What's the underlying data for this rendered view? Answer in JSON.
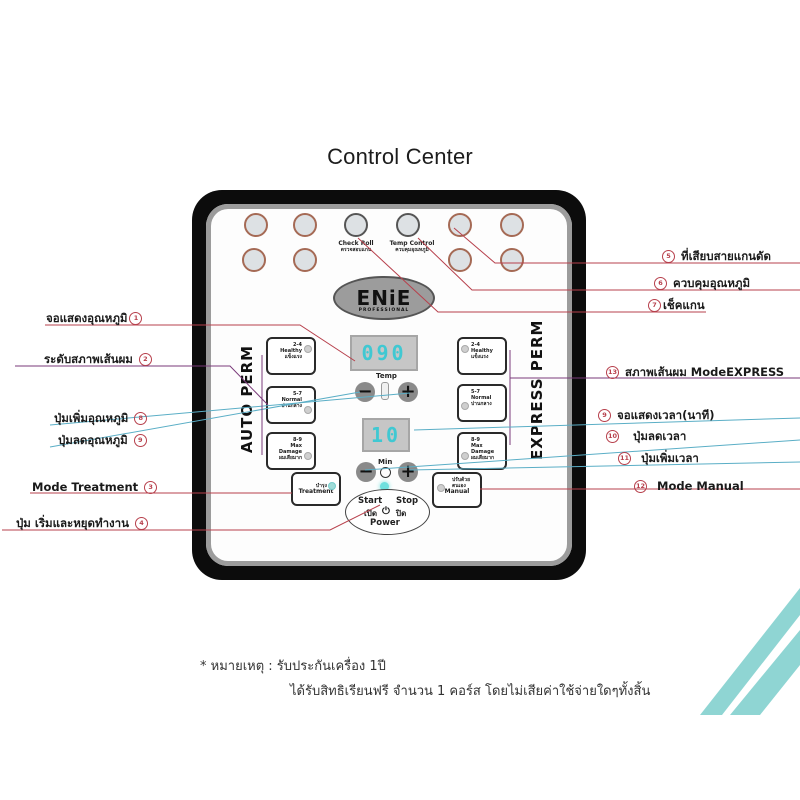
{
  "title": "Control Center",
  "brand": {
    "name": "ENiE",
    "tagline": "PROFESSIONAL"
  },
  "ports": {
    "check_roll": {
      "label_en": "Check Roll",
      "label_th": "ตรวจสอบแกน"
    },
    "temp_control": {
      "label_en": "Temp Control",
      "label_th": "ควบคุมอุณหภูมิ"
    }
  },
  "displays": {
    "temp": {
      "value": "090",
      "label": "Temp"
    },
    "time": {
      "value": "10",
      "label": "Min"
    }
  },
  "auto_perm": {
    "title": "AUTO PERM",
    "modes": [
      {
        "range": "2-4",
        "en": "Healthy",
        "th": "แข็งแรง"
      },
      {
        "range": "5-7",
        "en": "Normal",
        "th": "ปานกลาง"
      },
      {
        "range": "8-9",
        "en": "Max Damage",
        "th": "ผมเสียมาก"
      }
    ],
    "treatment": {
      "th": "บำรุง",
      "en": "Treatment"
    }
  },
  "express_perm": {
    "title": "EXPRESS PERM",
    "modes": [
      {
        "range": "2-4",
        "en": "Healthy",
        "th": "แข็งแรง"
      },
      {
        "range": "5-7",
        "en": "Normal",
        "th": "ปานกลาง"
      },
      {
        "range": "8-9",
        "en": "Max Damage",
        "th": "ผมเสียมาก"
      }
    ],
    "manual": {
      "th1": "ปรับด้วย",
      "th2": "ตนเอง",
      "en": "Manual"
    }
  },
  "power": {
    "start": "Start",
    "start_th": "เปิด",
    "stop": "Stop",
    "stop_th": "ปิด",
    "label": "Power"
  },
  "callouts": {
    "left": [
      {
        "text": "จอแสดงอุณหภูมิ",
        "num": "1"
      },
      {
        "text": "ระดับสภาพเส้นผม",
        "num": "2"
      },
      {
        "text": "ปุ่มเพิ่มอุณหภูมิ",
        "num": "8"
      },
      {
        "text": "ปุ่มลดอุณหภูมิ",
        "num": "9"
      },
      {
        "text": "Mode Treatment",
        "num": "3"
      },
      {
        "text": "ปุ่ม เริ่มและหยุดทำงาน",
        "num": "4"
      }
    ],
    "right": [
      {
        "text": "ที่เสียบสายแกนดัด",
        "num": "5"
      },
      {
        "text": "ควบคุมอุณหภูมิ",
        "num": "6"
      },
      {
        "text": "เช็คแกน",
        "num": "7"
      },
      {
        "text": "สภาพเส้นผม ModeEXPRESS",
        "num": "13"
      },
      {
        "text": "จอแสดงเวลา(นาที)",
        "num": "9"
      },
      {
        "text": "ปุ่มลดเวลา",
        "num": "10"
      },
      {
        "text": "ปุ่มเพิ่มเวลา",
        "num": "11"
      },
      {
        "text": "Mode Manual",
        "num": "12"
      }
    ]
  },
  "note": {
    "line1": "* หมายเหตุ : รับประกันเครื่อง 1ปี",
    "line2": "ได้รับสิทธิเรียนฟรี จำนวน 1 คอร์ส โดยไม่เสียค่าใช้จ่ายใดๆทั้งสิ้น"
  },
  "colors": {
    "lcd_digits": "#40c8d2",
    "callout_red": "#b7404c",
    "callout_blue": "#5aaec6",
    "callout_purple": "#7a3a7a",
    "accent_stripes": "#8ed4d4"
  }
}
